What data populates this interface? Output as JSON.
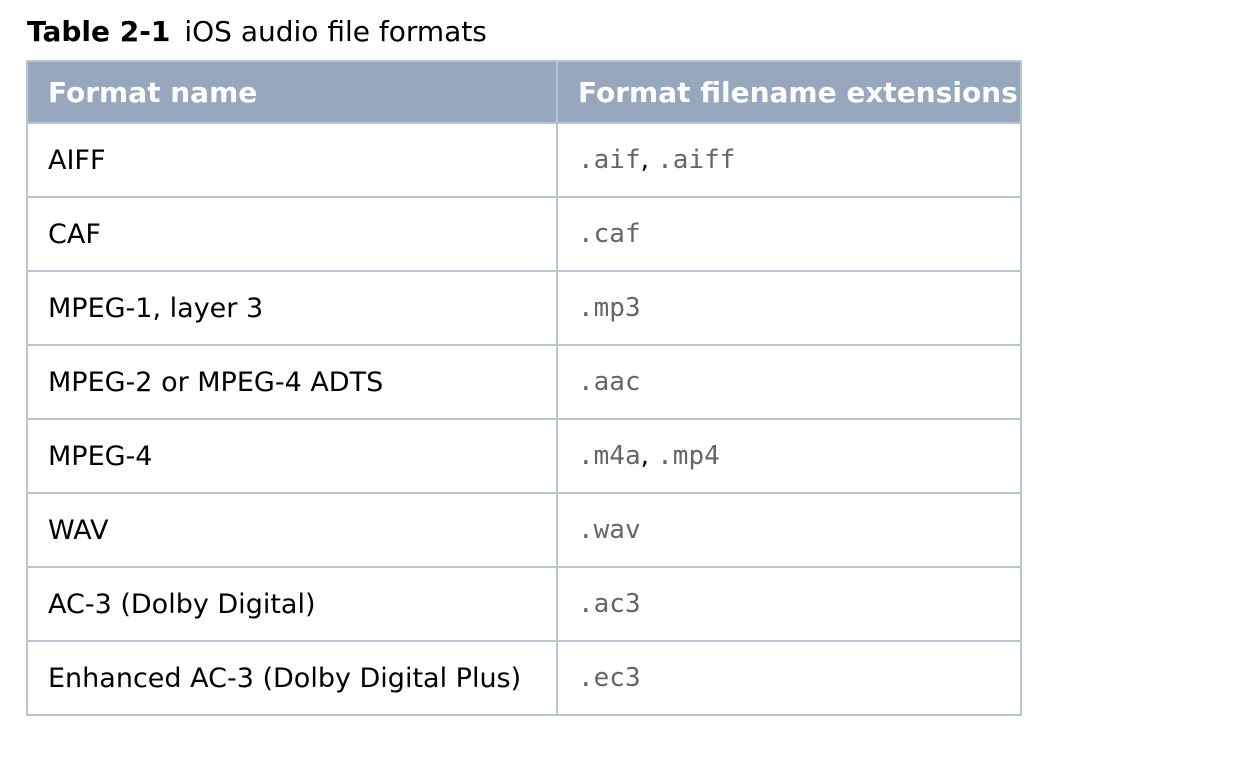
{
  "caption": {
    "label": "Table 2-1",
    "title": "iOS audio file formats"
  },
  "table": {
    "headers": [
      "Format name",
      "Format filename extensions"
    ],
    "rows": [
      {
        "name": "AIFF",
        "ext1": ".aif",
        "sep": ", ",
        "ext2": ".aiff"
      },
      {
        "name": "CAF",
        "ext1": ".caf"
      },
      {
        "name": "MPEG-1, layer 3",
        "ext1": ".mp3"
      },
      {
        "name": "MPEG-2 or MPEG-4 ADTS",
        "ext1": ".aac"
      },
      {
        "name": "MPEG-4",
        "ext1": ".m4a",
        "sep": ", ",
        "ext2": ".mp4"
      },
      {
        "name": "WAV",
        "ext1": ".wav"
      },
      {
        "name": "AC-3 (Dolby Digital)",
        "ext1": ".ac3"
      },
      {
        "name": "Enhanced AC-3 (Dolby Digital Plus)",
        "ext1": ".ec3"
      }
    ]
  },
  "colors": {
    "header_background": "#97a7be",
    "header_text": "#ffffff",
    "border": "#b9c5d3",
    "code_text": "#666666"
  }
}
